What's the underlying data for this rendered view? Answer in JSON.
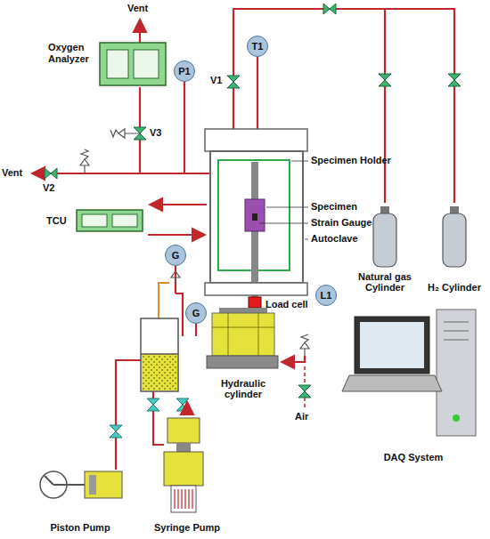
{
  "diagram": {
    "nodes": [
      {
        "text": [
          "Oxygen Analyzer"
        ]
      },
      {
        "text": [
          "T1"
        ]
      },
      {
        "text": [
          "P1"
        ]
      },
      {
        "text": [
          "TCU"
        ]
      },
      {
        "text": [
          "G"
        ]
      },
      {
        "text": [
          "G"
        ]
      },
      {
        "text": [
          "L1"
        ]
      },
      {
        "text": [
          "Natural gas Cylinder"
        ]
      },
      {
        "text": [
          "H₂ Cylinder"
        ]
      },
      {
        "text": [
          "Hydraulic cylinder"
        ]
      },
      {
        "text": [
          "DAQ System"
        ]
      },
      {
        "text": [
          "Piston Pump"
        ]
      },
      {
        "text": [
          "Syringe Pump"
        ]
      }
    ],
    "edges": [
      {
        "from": 12,
        "to": 9,
        "arrow": "to"
      }
    ],
    "labels": [
      "Vent",
      "V3",
      "Vent",
      "V2",
      "V1",
      "Specimen Holder",
      "Specimen",
      "Strain Gauge",
      "Autoclave",
      "Load cell",
      "Air"
    ]
  }
}
